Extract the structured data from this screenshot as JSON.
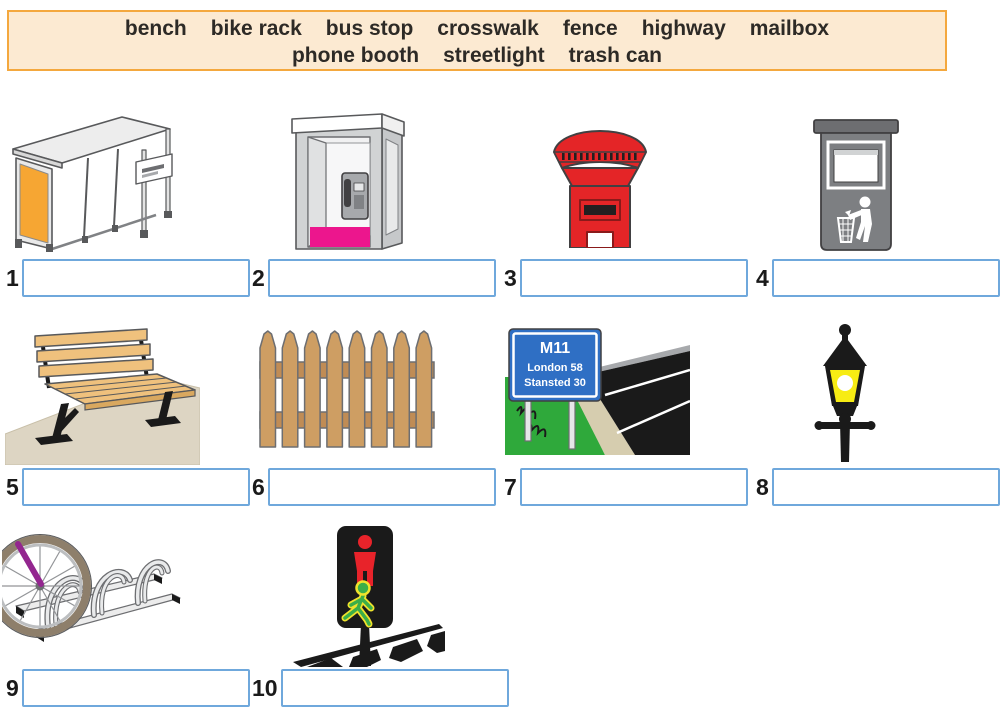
{
  "word_bank": {
    "line1": [
      "bench",
      "bike rack",
      "bus stop",
      "crosswalk",
      "fence",
      "highway",
      "mailbox"
    ],
    "line2": [
      "phone booth",
      "streetlight",
      "trash can"
    ]
  },
  "items": [
    {
      "number": "1",
      "icon": "bus-stop-shelter-illustration",
      "answer": ""
    },
    {
      "number": "2",
      "icon": "phone-booth-illustration",
      "answer": ""
    },
    {
      "number": "3",
      "icon": "mailbox-illustration",
      "answer": ""
    },
    {
      "number": "4",
      "icon": "trash-can-illustration",
      "answer": ""
    },
    {
      "number": "5",
      "icon": "bench-illustration",
      "answer": ""
    },
    {
      "number": "6",
      "icon": "fence-illustration",
      "answer": ""
    },
    {
      "number": "7",
      "icon": "highway-illustration",
      "answer": ""
    },
    {
      "number": "8",
      "icon": "streetlight-illustration",
      "answer": ""
    },
    {
      "number": "9",
      "icon": "bike-rack-illustration",
      "answer": ""
    },
    {
      "number": "10",
      "icon": "crosswalk-illustration",
      "answer": ""
    }
  ],
  "highway_sign": {
    "route": "M11",
    "destination1": "London 58",
    "destination2": "Stansted 30"
  },
  "colors": {
    "word_bank_bg": "#FCEAD2",
    "word_bank_border": "#F4A83E",
    "answer_box_border": "#6FA8DC",
    "mailbox_red": "#E42527",
    "booth_pink": "#EC168D",
    "shelter_orange": "#F6A633",
    "bench_wood": "#EFC17D",
    "fence_wood": "#CE9E63",
    "sign_blue": "#2F6FC4",
    "grass_green": "#2FA93B",
    "lamp_yellow": "#F7EC13",
    "walk_green": "#3BAE49",
    "stand_red": "#E8232A",
    "fork_purple": "#93268F"
  }
}
